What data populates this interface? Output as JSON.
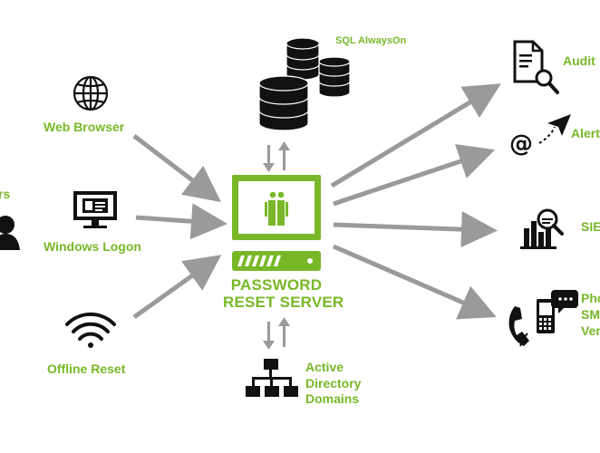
{
  "colors": {
    "green": "#78b828",
    "arrow": "#9a9a9a",
    "icon": "#111111"
  },
  "server": {
    "line1": "PASSWORD",
    "line2": "RESET SERVER",
    "icon": "server-monitor-icon"
  },
  "inputs": [
    {
      "label": "Web Browser",
      "icon": "globe-icon"
    },
    {
      "label": "Windows Logon",
      "icon": "monitor-id-card-icon"
    },
    {
      "label": "Offline Reset",
      "icon": "wifi-icon"
    },
    {
      "label": "rs",
      "icon": "user-icon"
    }
  ],
  "database": {
    "label": "SQL AlwaysOn",
    "icon": "database-icon"
  },
  "directory": {
    "line1": "Active",
    "line2": "Directory",
    "line3": "Domains",
    "icon": "org-tree-icon"
  },
  "outputs": [
    {
      "label": "Audit",
      "icon": "document-search-icon"
    },
    {
      "label": "Alert",
      "icon": "email-send-icon"
    },
    {
      "label": "SIE",
      "icon": "chart-search-icon"
    },
    {
      "label": "Pho",
      "label2": "SM",
      "label3": "Ver",
      "icon": "phone-sms-icon"
    }
  ]
}
